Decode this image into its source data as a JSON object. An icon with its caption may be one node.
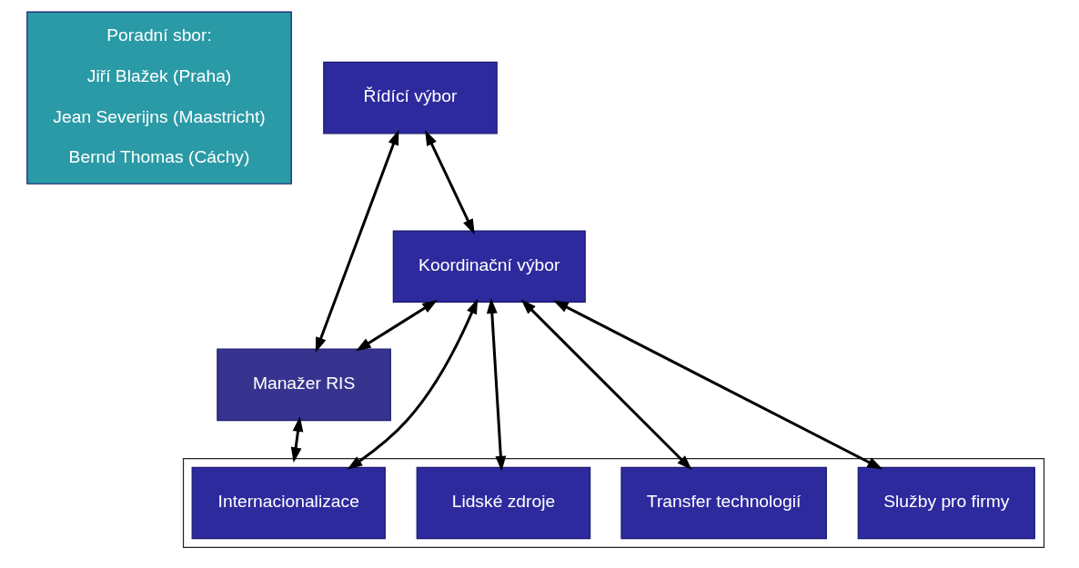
{
  "diagram": {
    "nodes": [
      {
        "text": [
          "Poradní sbor:",
          "Jiří Blažek (Praha)",
          "Jean Severijns (Maastricht)",
          "Bernd Thomas (Cáchy)"
        ]
      },
      {
        "text": [
          "Řídící výbor"
        ]
      },
      {
        "text": [
          "Koordinační výbor"
        ]
      },
      {
        "text": [
          "Manažer RIS"
        ]
      },
      {
        "text": [],
        "shape": "box"
      },
      {
        "text": [
          "Transfer technologií"
        ],
        "in": 4
      },
      {
        "text": [
          "Služby pro firmy"
        ],
        "in": 4
      },
      {
        "text": [
          "Lidské zdroje"
        ],
        "in": 4
      },
      {
        "text": [
          "Internacionalizace"
        ],
        "in": 4
      }
    ],
    "edges": [
      {
        "from": 1,
        "to": 2,
        "arrow": "both"
      },
      {
        "from": 1,
        "to": 3,
        "arrow": "both"
      },
      {
        "from": 2,
        "to": 3,
        "arrow": "both"
      },
      {
        "from": 3,
        "to": 4,
        "arrow": "both"
      },
      {
        "from": 2,
        "to": 5,
        "arrow": "both"
      },
      {
        "from": 2,
        "to": 6,
        "arrow": "both"
      },
      {
        "from": 2,
        "to": 7,
        "arrow": "both"
      },
      {
        "from": 2,
        "to": 8,
        "arrow": "both"
      }
    ]
  }
}
